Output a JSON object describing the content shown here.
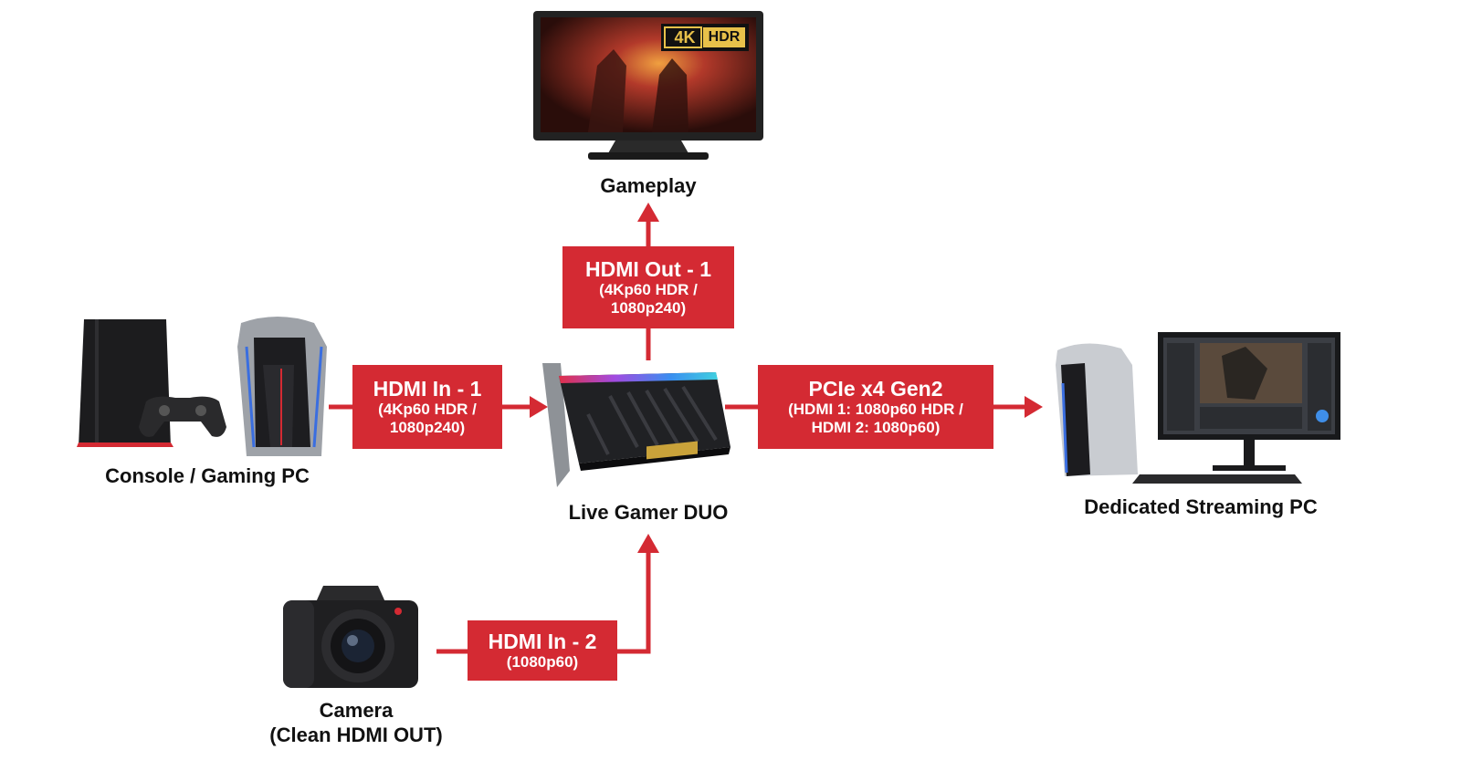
{
  "nodes": {
    "gameplay": {
      "label": "Gameplay",
      "badge_4k": "4K",
      "badge_hdr": "HDR"
    },
    "console_pc": {
      "label": "Console / Gaming PC"
    },
    "capture_card": {
      "label": "Live Gamer DUO"
    },
    "streaming_pc": {
      "label": "Dedicated Streaming PC"
    },
    "camera": {
      "label_line1": "Camera",
      "label_line2": "(Clean HDMI OUT)"
    }
  },
  "connections": {
    "hdmi_out_1": {
      "title": "HDMI Out - 1",
      "detail_line1": "(4Kp60 HDR /",
      "detail_line2": "1080p240)"
    },
    "hdmi_in_1": {
      "title": "HDMI In - 1",
      "detail_line1": "(4Kp60 HDR /",
      "detail_line2": "1080p240)"
    },
    "pcie": {
      "title": "PCIe x4 Gen2",
      "detail_line1": "(HDMI 1: 1080p60 HDR /",
      "detail_line2": "HDMI 2: 1080p60)"
    },
    "hdmi_in_2": {
      "title": "HDMI In - 2",
      "detail_line1": "(1080p60)"
    }
  },
  "colors": {
    "accent": "#d42a33",
    "text": "#111111",
    "device_dark": "#1c1c1e",
    "device_silver": "#b9bcc1"
  }
}
